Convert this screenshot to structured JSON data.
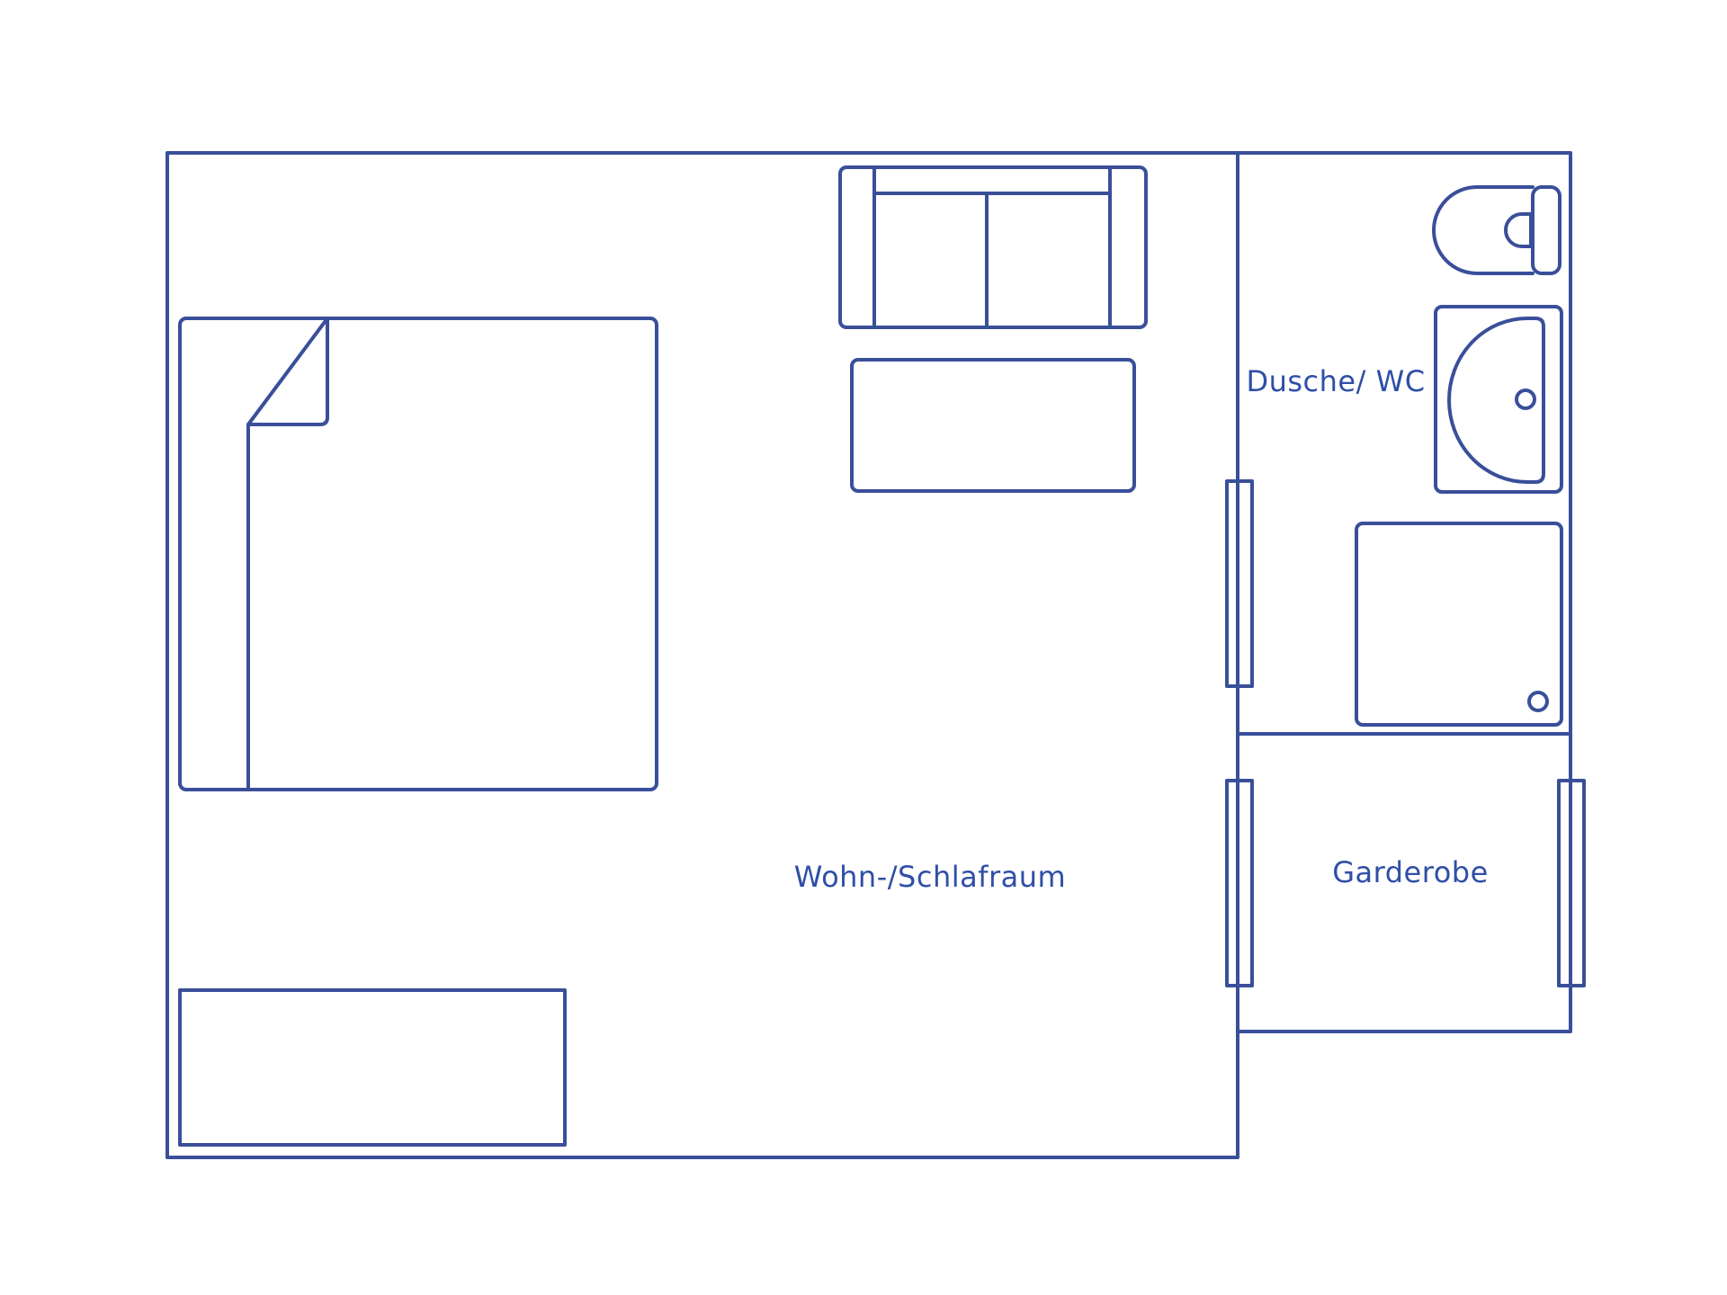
{
  "colors": {
    "line": "#3a4f9a",
    "label": "#2f4fa6",
    "background": "#ffffff"
  },
  "rooms": {
    "living": {
      "label": "Wohn-/Schlafraum"
    },
    "bathroom": {
      "label": "Dusche/ WC"
    },
    "wardrobe": {
      "label": "Garderobe"
    }
  },
  "furniture_icons": [
    "bed-icon",
    "sofa-icon",
    "coffee-table-icon",
    "sideboard-icon",
    "toilet-icon",
    "washbasin-icon",
    "shower-tray-icon",
    "door-icon"
  ]
}
